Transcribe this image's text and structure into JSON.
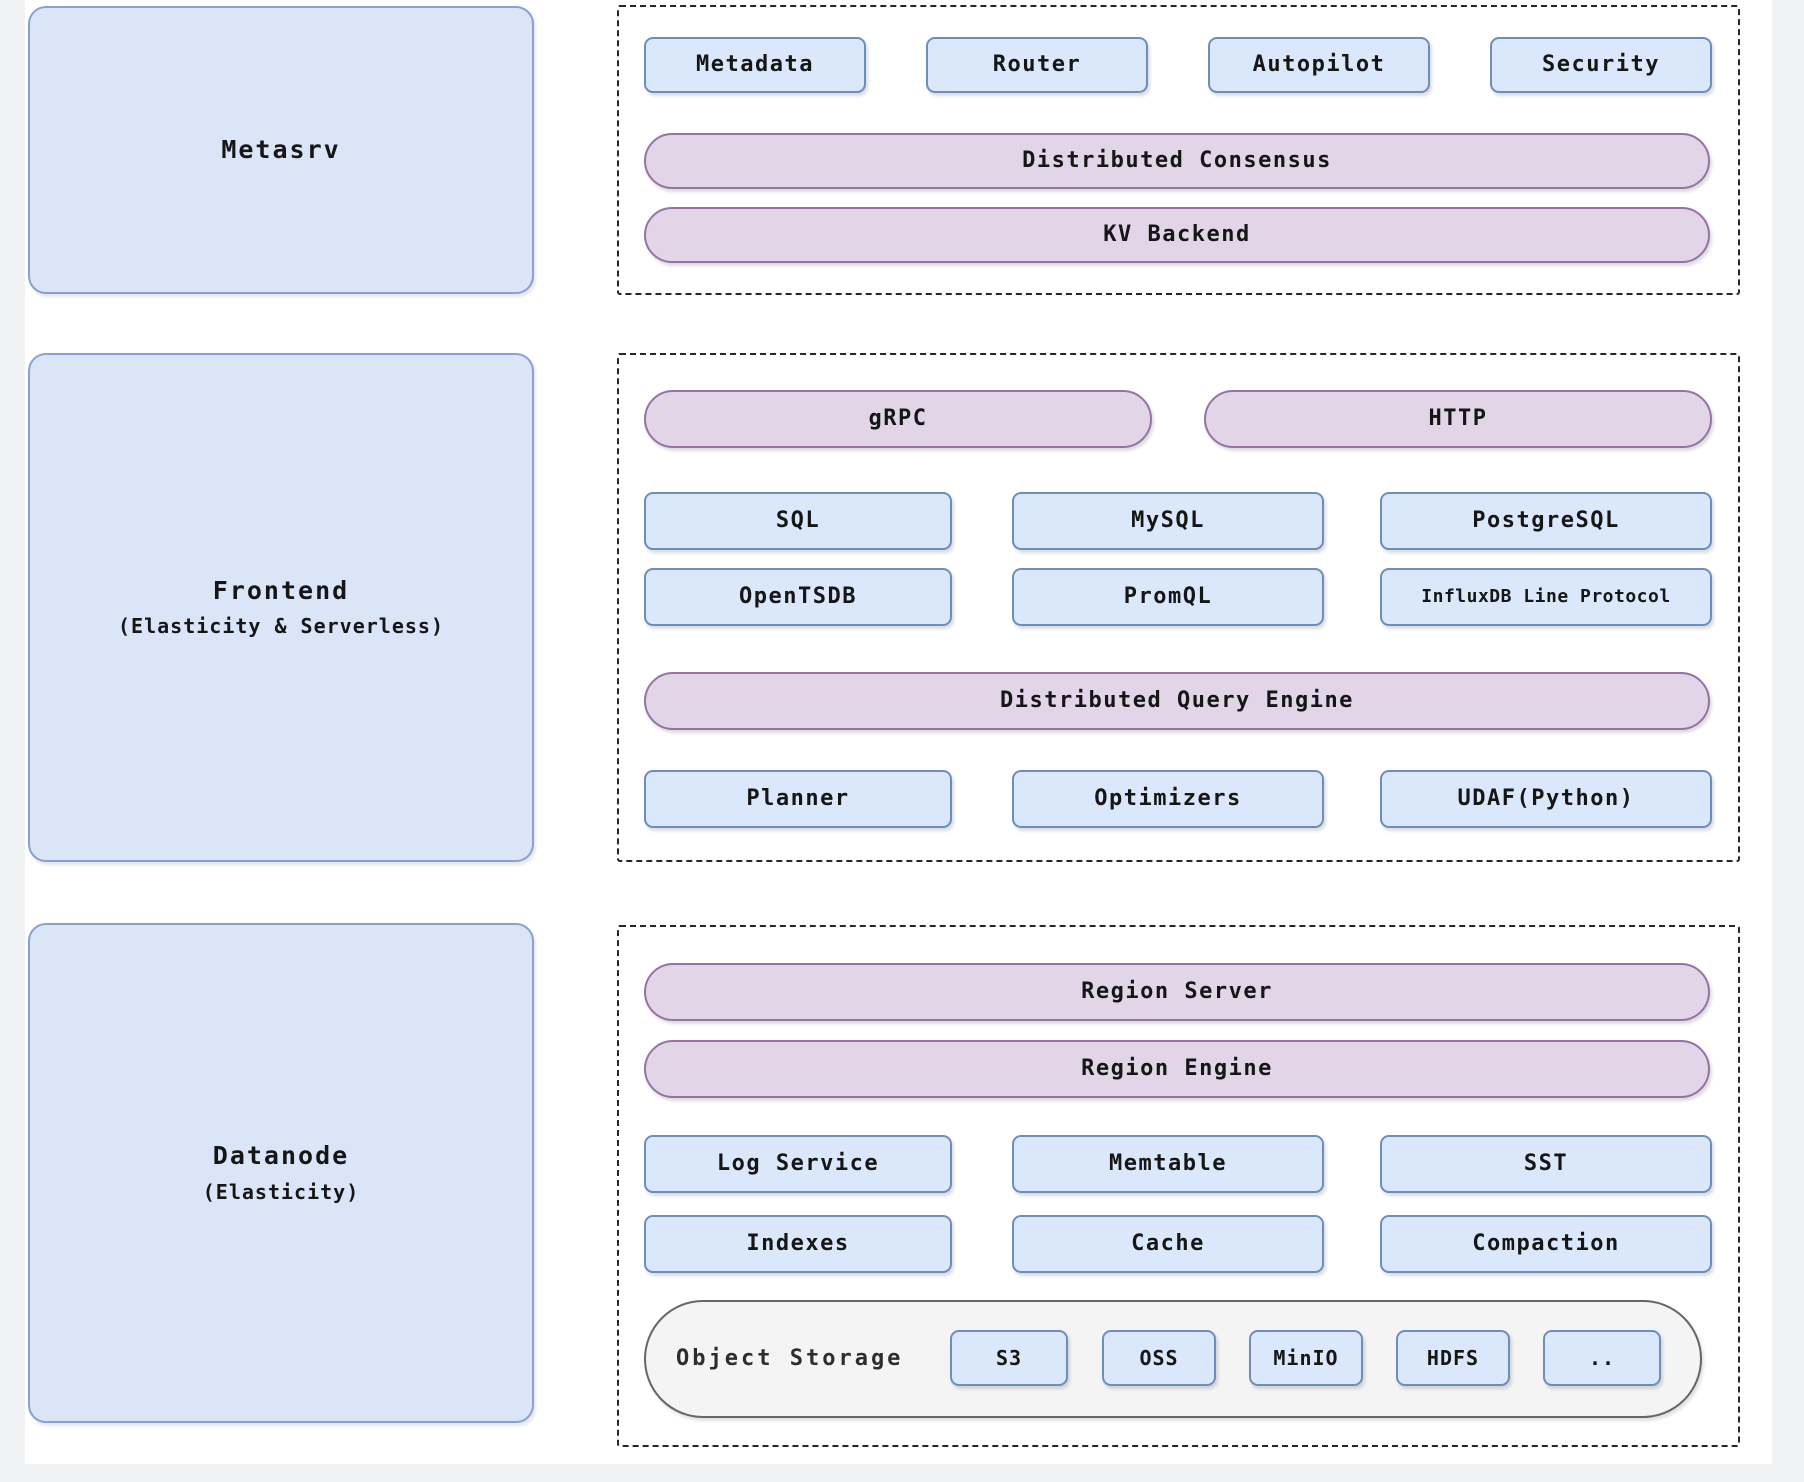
{
  "colors": {
    "box_blue_fill": "#dbe7fa",
    "box_blue_border": "#6c8ebf",
    "pill_purple_fill": "#e1d5e7",
    "pill_purple_border": "#9673a6",
    "big_box_fill": "#dbe5f8",
    "big_box_border": "#87a0d8",
    "storage_fill": "#f4f4f4",
    "storage_border": "#63676c",
    "canvas_background": "#ffffff",
    "page_background": "#f1f2f4",
    "text_color": "#161616"
  },
  "sections": {
    "metasrv": {
      "title": "Metasrv",
      "components": [
        "Metadata",
        "Router",
        "Autopilot",
        "Security"
      ],
      "pills": [
        "Distributed Consensus",
        "KV Backend"
      ]
    },
    "frontend": {
      "title": "Frontend",
      "subtitle": "(Elasticity & Serverless)",
      "protocol_pills": [
        "gRPC",
        "HTTP"
      ],
      "query_languages": [
        "SQL",
        "MySQL",
        "PostgreSQL"
      ],
      "protocols": [
        "OpenTSDB",
        "PromQL",
        "InfluxDB Line Protocol"
      ],
      "engine_pill": "Distributed Query Engine",
      "engine_components": [
        "Planner",
        "Optimizers",
        "UDAF(Python)"
      ]
    },
    "datanode": {
      "title": "Datanode",
      "subtitle": "(Elasticity)",
      "pills": [
        "Region Server",
        "Region Engine"
      ],
      "storage_components": [
        "Log Service",
        "Memtable",
        "SST"
      ],
      "maintenance_components": [
        "Indexes",
        "Cache",
        "Compaction"
      ],
      "object_storage": {
        "label": "Object Storage",
        "backends": [
          "S3",
          "OSS",
          "MinIO",
          "HDFS",
          ".."
        ]
      }
    }
  }
}
